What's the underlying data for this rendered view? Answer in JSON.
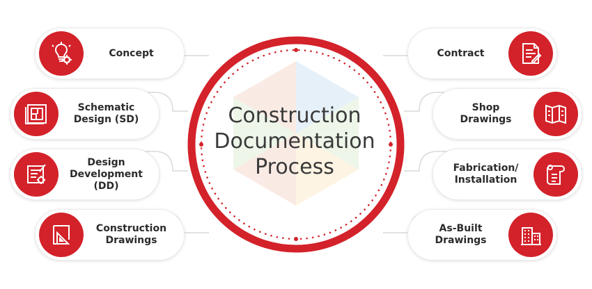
{
  "center": {
    "line1": "Construction",
    "line2": "Documentation",
    "line3": "Process"
  },
  "colors": {
    "accent": "#d3222a",
    "text": "#2b2b2b",
    "connector": "#d9d9d9"
  },
  "left_steps": [
    {
      "line1": "Concept",
      "line2": "",
      "line3": "",
      "icon": "lightbulb-gear-icon"
    },
    {
      "line1": "Schematic",
      "line2": "Design (SD)",
      "line3": "",
      "icon": "floor-plan-icon"
    },
    {
      "line1": "Design",
      "line2": "Development",
      "line3": "(DD)",
      "icon": "blueprint-tools-icon"
    },
    {
      "line1": "Construction",
      "line2": "Drawings",
      "line3": "",
      "icon": "drafting-triangle-icon"
    }
  ],
  "right_steps": [
    {
      "line1": "Contract",
      "line2": "",
      "line3": "",
      "icon": "contract-pen-icon"
    },
    {
      "line1": "Shop",
      "line2": "Drawings",
      "line3": "",
      "icon": "folded-map-icon"
    },
    {
      "line1": "Fabrication/",
      "line2": "Installation",
      "line3": "",
      "icon": "document-roll-icon"
    },
    {
      "line1": "As-Built",
      "line2": "Drawings",
      "line3": "",
      "icon": "buildings-icon"
    }
  ]
}
